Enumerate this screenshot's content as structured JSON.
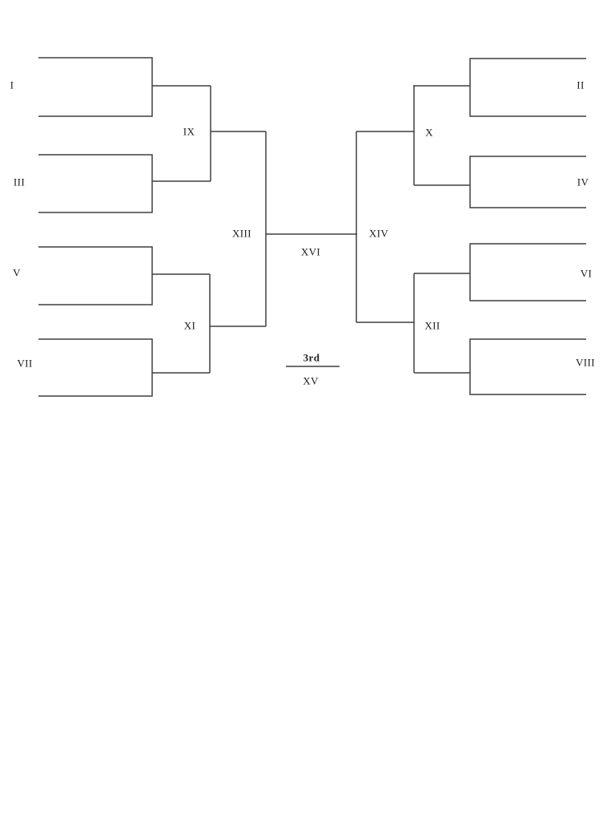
{
  "colors": {
    "line": "#3f3f3f",
    "text": "#1c1c1c",
    "background": "#ffffff"
  },
  "bracket": {
    "type": "single-elimination-tournament-bracket",
    "round1_left": [
      "I",
      "III",
      "V",
      "VII"
    ],
    "round1_right": [
      "II",
      "IV",
      "VI",
      "VIII"
    ],
    "round2_left": [
      "IX",
      "XI"
    ],
    "round2_right": [
      "X",
      "XII"
    ],
    "semifinal_left": "XIII",
    "semifinal_right": "XIV",
    "final": "XVI",
    "third_place_heading": "3rd",
    "third_place_match": "XV"
  },
  "labels": {
    "r1_left_1": "I",
    "r1_left_2": "III",
    "r1_left_3": "V",
    "r1_left_4": "VII",
    "r1_right_1": "II",
    "r1_right_2": "IV",
    "r1_right_3": "VI",
    "r1_right_4": "VIII",
    "r2_left_top": "IX",
    "r2_left_bottom": "XI",
    "r2_right_top": "X",
    "r2_right_bottom": "XII",
    "semi_left": "XIII",
    "semi_right": "XIV",
    "final": "XVI",
    "third_place_heading": "3rd",
    "third_place_match": "XV"
  }
}
